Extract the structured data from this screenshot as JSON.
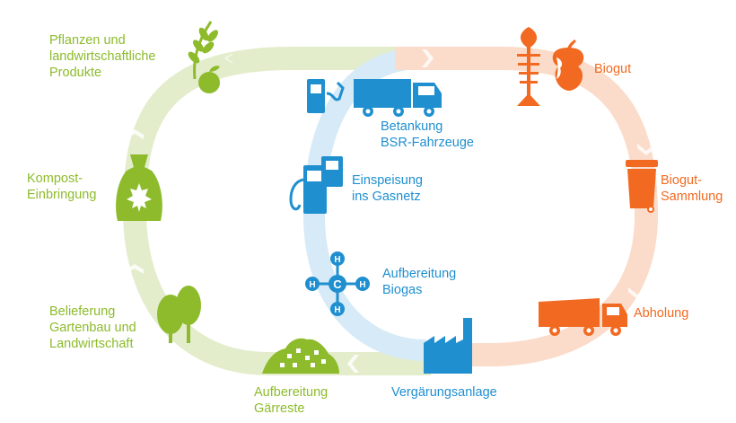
{
  "colors": {
    "green": "#8dbb2b",
    "green_track": "#e3edcc",
    "orange": "#f26a21",
    "orange_track": "#fbdcca",
    "blue": "#1f8fd0",
    "blue_track": "#d6eaf7"
  },
  "labels": {
    "plants": [
      "Pflanzen und",
      "landwirtschaftliche",
      "Produkte"
    ],
    "compost": [
      "Kompost-",
      "Einbringung"
    ],
    "delivery": [
      "Belieferung",
      "Gartenbau und",
      "Landwirtschaft"
    ],
    "digestate": [
      "Aufbereitung",
      "Gärreste"
    ],
    "biowaste": [
      "Biogut"
    ],
    "collection": [
      "Biogut-",
      "Sammlung"
    ],
    "pickup": [
      "Abholung"
    ],
    "plant_facility": [
      "Vergärungsanlage"
    ],
    "biogas": [
      "Aufbereitung",
      "Biogas"
    ],
    "grid": [
      "Einspeisung",
      "ins Gasnetz"
    ],
    "fueling": [
      "Betankung",
      "BSR-Fahrzeuge"
    ]
  },
  "icons": [
    "wheat-apple-icon",
    "compost-sack-icon",
    "trees-icon",
    "compost-heap-icon",
    "fishbone-icon",
    "apple-core-icon",
    "waste-bin-icon",
    "garbage-truck-icon",
    "factory-icon",
    "methane-molecule-icon",
    "gas-pump-icon",
    "fuel-pump-icon",
    "truck-icon"
  ]
}
